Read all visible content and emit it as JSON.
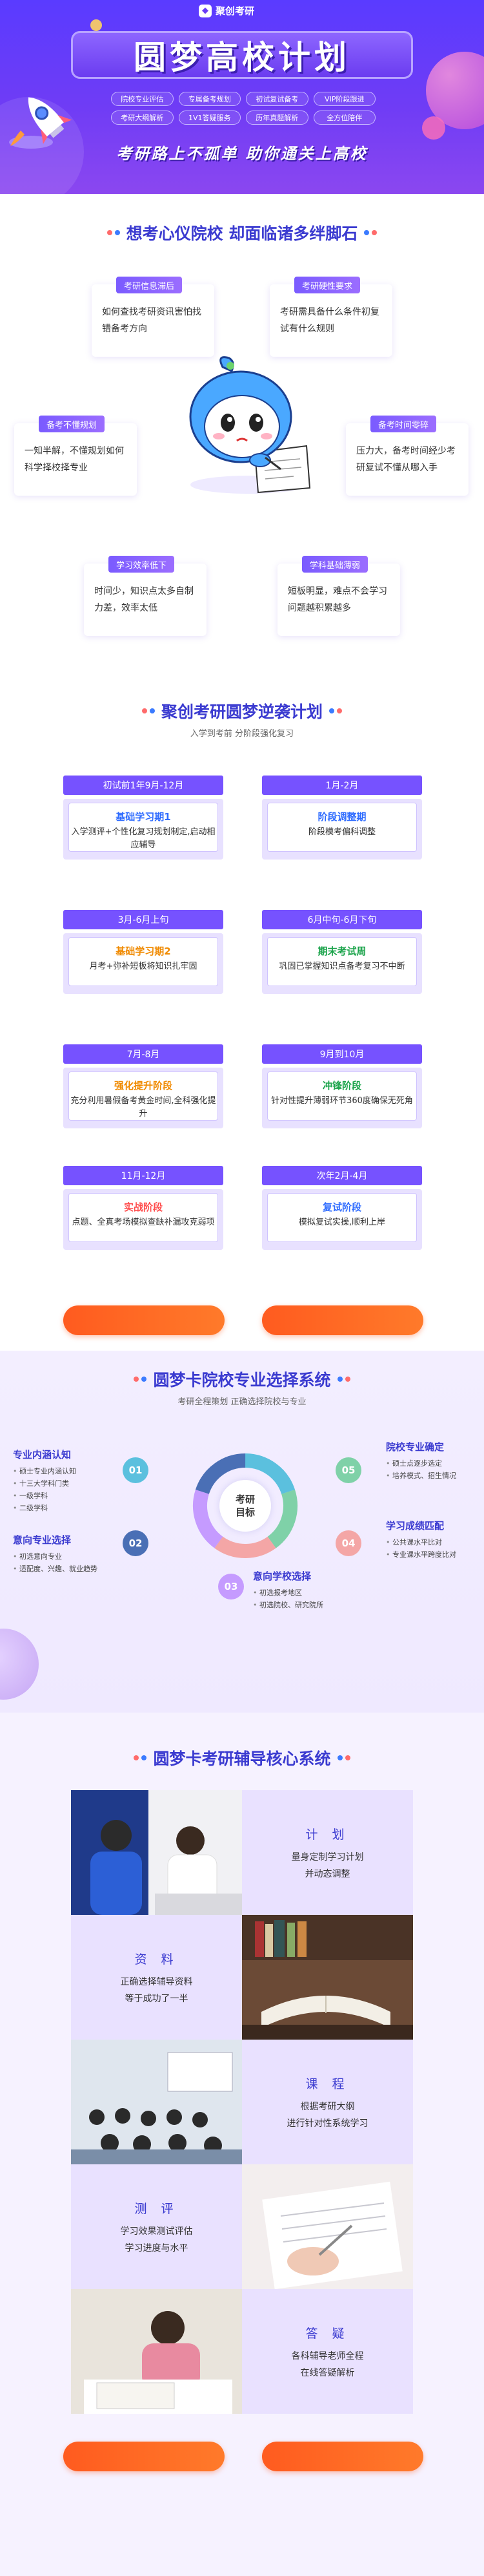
{
  "hero": {
    "brand": "聚创考研",
    "title": "圆梦高校计划",
    "tags": [
      "院校专业评估",
      "专属备考规划",
      "初试复试备考",
      "VIP阶段跟进",
      "考研大纲解析",
      "1V1答疑服务",
      "历年真题解析",
      "全方位陪伴"
    ],
    "slogan": "考研路上不孤单 助你通关上高校",
    "colors": {
      "primary": "#6a3df5",
      "accent": "#ff5b1f"
    }
  },
  "pain_section": {
    "title": "想考心仪院校 却面临诸多绊脚石",
    "items": [
      {
        "label": "考研信息滞后",
        "text": "如何查找考研资讯害怕找错备考方向"
      },
      {
        "label": "考研硬性要求",
        "text": "考研需具备什么条件初复试有什么规则"
      },
      {
        "label": "备考不懂规划",
        "text": "一知半解，不懂规划如何科学择校择专业"
      },
      {
        "label": "备考时间零碎",
        "text": "压力大，备考时间经少考研复试不懂从哪入手"
      },
      {
        "label": "学习效率低下",
        "text": "时间少，知识点太多自制力差，效率太低"
      },
      {
        "label": "学科基础薄弱",
        "text": "短板明显，难点不会学习问题越积累越多"
      }
    ]
  },
  "plan_section": {
    "title": "聚创考研圆梦逆袭计划",
    "subtitle": "入学到考前 分阶段强化复习",
    "stages": [
      {
        "period": "初试前1年9月-12月",
        "name": "基础学习期1",
        "desc": "入学测评+个性化复习规划制定,启动相应辅导",
        "color": "#2f6cff"
      },
      {
        "period": "1月-2月",
        "name": "阶段调整期",
        "desc": "阶段模考偏科调整",
        "color": "#2f6cff"
      },
      {
        "period": "3月-6月上旬",
        "name": "基础学习期2",
        "desc": "月考+弥补短板将知识扎牢固",
        "color": "#f08a00"
      },
      {
        "period": "6月中旬-6月下旬",
        "name": "期末考试周",
        "desc": "巩固已掌握知识点备考复习不中断",
        "color": "#1aa34a"
      },
      {
        "period": "7月-8月",
        "name": "强化提升阶段",
        "desc": "充分利用暑假备考黄金时间,全科强化提升",
        "color": "#f08a00"
      },
      {
        "period": "9月到10月",
        "name": "冲锋阶段",
        "desc": "针对性提升薄弱环节360度确保无死角",
        "color": "#1aa34a"
      },
      {
        "period": "11月-12月",
        "name": "实战阶段",
        "desc": "点题、全真考场模拟查缺补漏攻克弱项",
        "color": "#ff4d4d"
      },
      {
        "period": "次年2月-4月",
        "name": "复试阶段",
        "desc": "模拟复试实操,顺利上岸",
        "color": "#2f6cff"
      }
    ]
  },
  "select_section": {
    "title": "圆梦卡院校专业选择系统",
    "subtitle": "考研全程策划 正确选择院校与专业",
    "center": "考研目标",
    "features": [
      {
        "num": "01",
        "title": "专业内涵认知",
        "points": [
          "硕士专业内涵认知",
          "十三大学科门类",
          "一级学科",
          "二级学科"
        ],
        "color": "#5bc0de"
      },
      {
        "num": "02",
        "title": "意向专业选择",
        "points": [
          "初选意向专业",
          "适配度、兴趣、就业趋势"
        ],
        "color": "#4a6fb5"
      },
      {
        "num": "03",
        "title": "意向学校选择",
        "points": [
          "初选报考地区",
          "初选院校、研究院所"
        ],
        "color": "#c59bff"
      },
      {
        "num": "04",
        "title": "学习成绩匹配",
        "points": [
          "公共课水平比对",
          "专业课水平跨度比对"
        ],
        "color": "#f4a6a6"
      },
      {
        "num": "05",
        "title": "院校专业确定",
        "points": [
          "硕士点逐步选定",
          "培养模式、招生情况"
        ],
        "color": "#7fd1a8"
      }
    ]
  },
  "core_section": {
    "title": "圆梦卡考研辅导核心系统",
    "items": [
      {
        "head": "计 划",
        "desc": [
          "量身定制学习计划",
          "并动态调整"
        ]
      },
      {
        "head": "资 料",
        "desc": [
          "正确选择辅导资料",
          "等于成功了一半"
        ]
      },
      {
        "head": "课 程",
        "desc": [
          "根据考研大纲",
          "进行针对性系统学习"
        ]
      },
      {
        "head": "测 评",
        "desc": [
          "学习效果测试评估",
          "学习进度与水平"
        ]
      },
      {
        "head": "答 疑",
        "desc": [
          "各科辅导老师全程",
          "在线答疑解析"
        ]
      }
    ]
  }
}
